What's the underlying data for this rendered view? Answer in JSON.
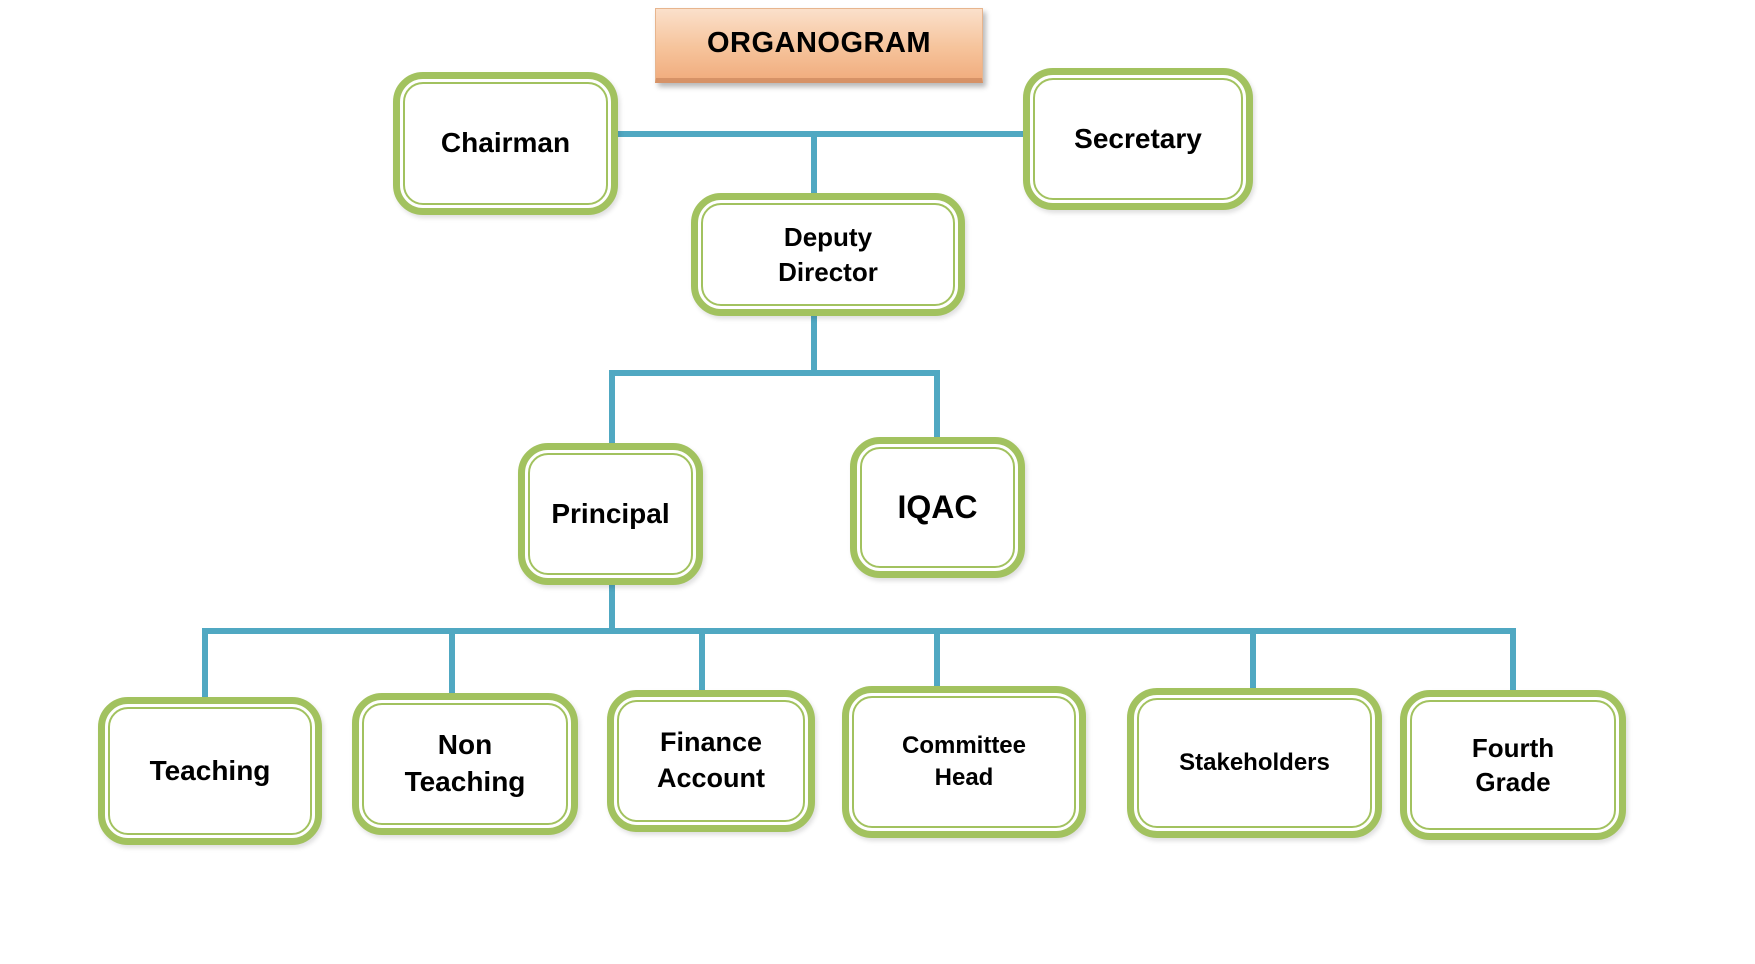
{
  "title": {
    "label": "ORGANOGRAM"
  },
  "palette": {
    "node_border_green": "#A2C25F",
    "connector_teal": "#50A8C2",
    "title_fill_top": "#FBE0CB",
    "title_fill_mid": "#F6C49C",
    "title_fill_bottom": "#F1AE80",
    "title_edge": "#D69267",
    "text_color": "#000000",
    "canvas_background": "#FFFFFF"
  },
  "nodes": {
    "chairman": {
      "label": "Chairman"
    },
    "secretary": {
      "label": "Secretary"
    },
    "deputy_director": {
      "line1": "Deputy",
      "line2": "Director"
    },
    "principal": {
      "label": "Principal"
    },
    "iqac": {
      "label": "IQAC"
    },
    "teaching": {
      "label": "Teaching"
    },
    "non_teaching": {
      "line1": "Non",
      "line2": "Teaching"
    },
    "finance_account": {
      "line1": "Finance",
      "line2": "Account"
    },
    "committee_head": {
      "line1": "Committee",
      "line2": "Head"
    },
    "stakeholders": {
      "label": "Stakeholders"
    },
    "fourth_grade": {
      "line1": "Fourth",
      "line2": "Grade"
    }
  }
}
